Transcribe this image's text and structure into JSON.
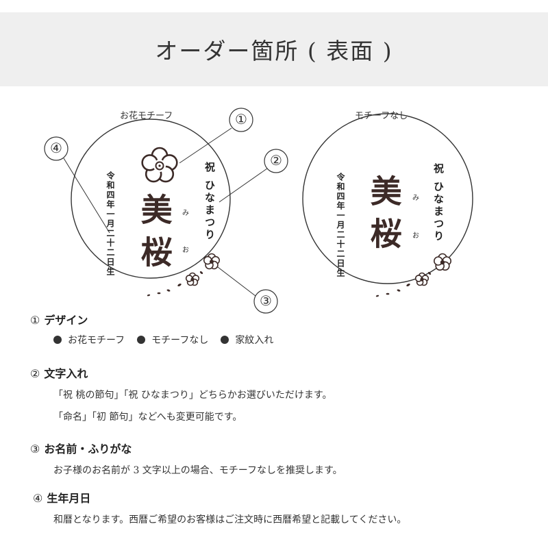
{
  "header": {
    "title": "オーダー箇所 ( 表面 )"
  },
  "designs": {
    "left": {
      "caption": "お花モチーフ",
      "date": "令和四年一月二十二日生",
      "occasion": "祝 ひなまつり",
      "name": "美 桜",
      "furigana": [
        "み",
        "お"
      ]
    },
    "right": {
      "caption": "モチーフなし",
      "date": "令和四年一月二十二日生",
      "occasion": "祝 ひなまつり",
      "name": "美 桜",
      "furigana": [
        "み",
        "お"
      ]
    },
    "markers": [
      "①",
      "②",
      "③",
      "④"
    ]
  },
  "sections": [
    {
      "num": "①",
      "title": "デザイン",
      "options": [
        "お花モチーフ",
        "モチーフなし",
        "家紋入れ"
      ]
    },
    {
      "num": "②",
      "title": "文字入れ",
      "lines": [
        "「祝 桃の節句」「祝 ひなまつり」どちらかお選びいただけます。",
        "「命名」「初 節句」などへも変更可能です。"
      ]
    },
    {
      "num": "③",
      "title": "お名前・ふりがな",
      "lines": [
        "お子様のお名前が 3 文字以上の場合、モチーフなしを推奨します。"
      ]
    },
    {
      "num": "④",
      "title": "生年月日",
      "lines": [
        "和暦となります。西暦ご希望のお客様はご注文時に西暦希望と記載してください。"
      ]
    }
  ]
}
